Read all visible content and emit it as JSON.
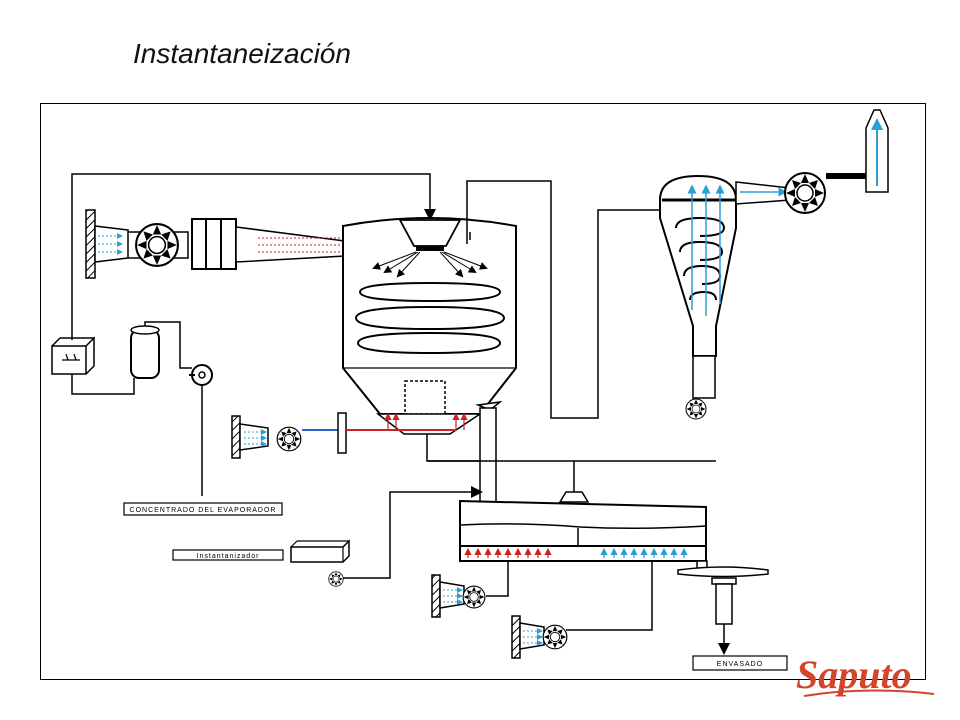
{
  "page": {
    "title": "Instantaneización"
  },
  "labels": {
    "concentrate": "CONCENTRADO DEL EVAPORADOR",
    "instantizer": "Instantanizador",
    "packaging": "ENVASADO"
  },
  "logo": {
    "text": "Saputo",
    "color": "#d2452a"
  },
  "colors": {
    "hot_air": "#cc2222",
    "cold_air": "#2a9fd6",
    "line": "#000000"
  }
}
